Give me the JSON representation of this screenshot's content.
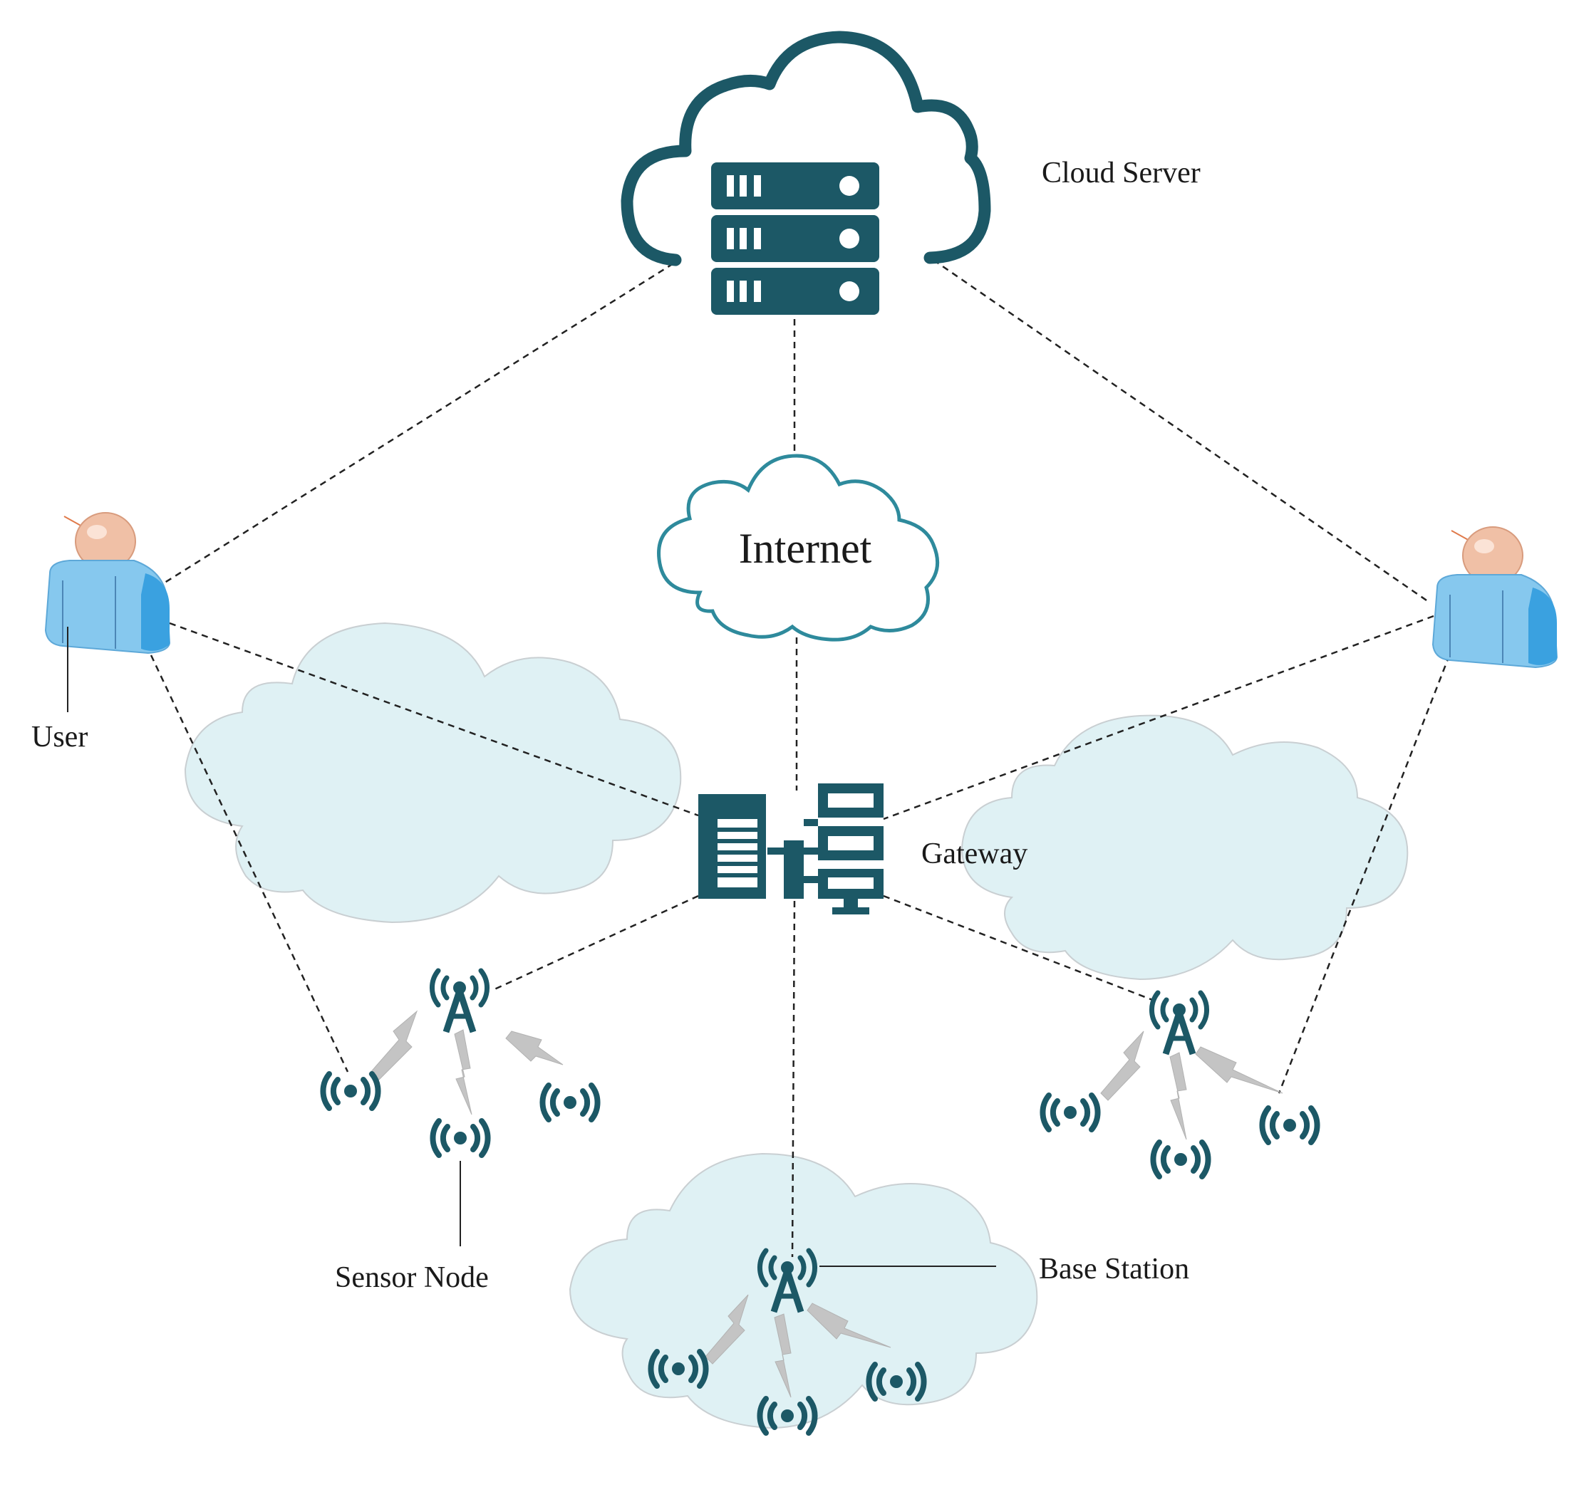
{
  "labels": {
    "cloud_server": "Cloud Server",
    "internet": "Internet",
    "gateway": "Gateway",
    "user": "User",
    "sensor_node": "Sensor Node",
    "base_station": "Base Station"
  },
  "colors": {
    "primary": "#1c5866",
    "internet_stroke": "#2e8a9c",
    "cluster_fill": "#dff1f4",
    "cluster_stroke": "#c9cfd2",
    "link_line": "#222222",
    "wireless_bolt": "#b9b9b9",
    "user_body": "#86c8ee",
    "user_head": "#f0c0a6"
  },
  "icons": {
    "cloud_server": "server-rack-in-cloud-icon",
    "internet": "cloud-icon",
    "gateway": "gateway-icon",
    "user": "user-figure-icon",
    "base_station": "antenna-tower-icon",
    "sensor_node": "wireless-signal-icon"
  },
  "nodes": [
    {
      "id": "cloud_server",
      "type": "cloud_server"
    },
    {
      "id": "internet",
      "type": "internet"
    },
    {
      "id": "gateway",
      "type": "gateway"
    },
    {
      "id": "user_left",
      "type": "user"
    },
    {
      "id": "user_right",
      "type": "user"
    },
    {
      "id": "base_station_1",
      "type": "base_station"
    },
    {
      "id": "base_station_2",
      "type": "base_station"
    },
    {
      "id": "base_station_3",
      "type": "base_station"
    }
  ],
  "edges": [
    [
      "cloud_server",
      "user_left"
    ],
    [
      "cloud_server",
      "user_right"
    ],
    [
      "cloud_server",
      "internet"
    ],
    [
      "internet",
      "gateway"
    ],
    [
      "gateway",
      "user_left"
    ],
    [
      "gateway",
      "user_right"
    ],
    [
      "gateway",
      "base_station_1"
    ],
    [
      "gateway",
      "base_station_2"
    ],
    [
      "gateway",
      "base_station_3"
    ],
    [
      "user_left",
      "sensor_node_1a"
    ],
    [
      "user_right",
      "sensor_node_2c"
    ]
  ]
}
